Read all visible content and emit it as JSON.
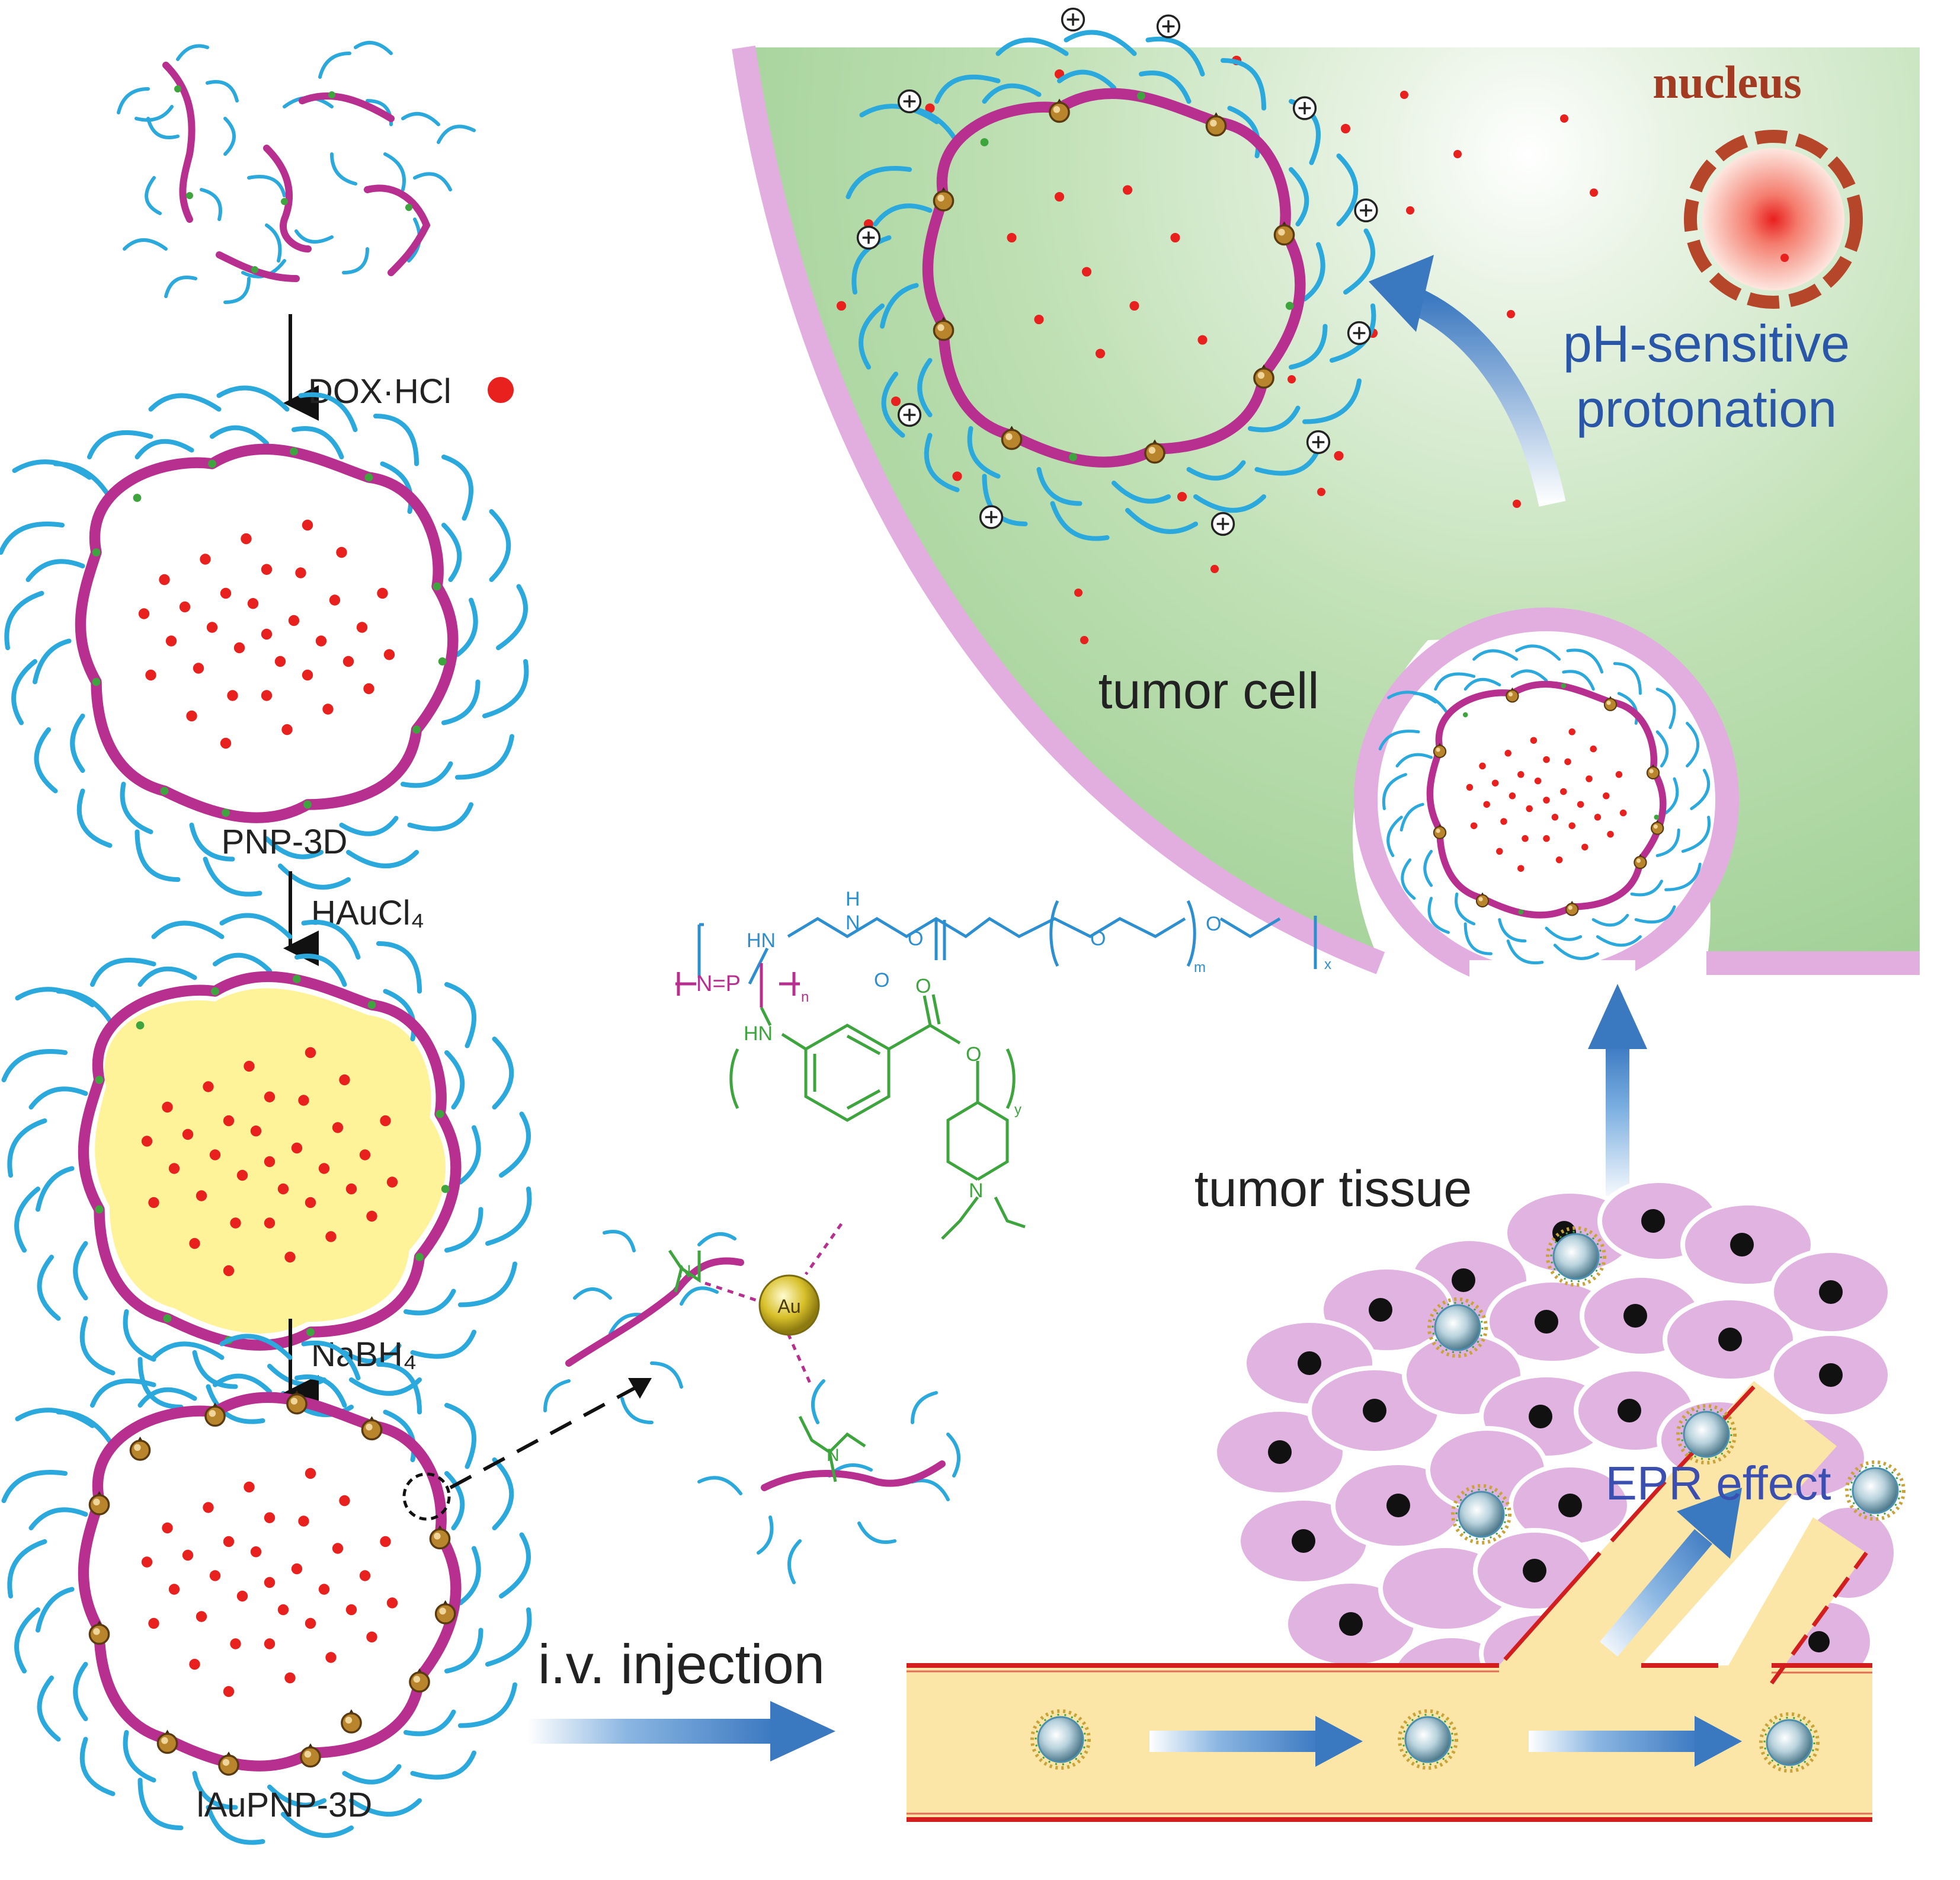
{
  "steps": {
    "dox": "DOX·HCl",
    "pnp3d": "PNP-3D",
    "haucl4": "HAuCl₄",
    "nabh4": "NaBH₄",
    "laupnp3d": "lAuPNP-3D"
  },
  "labels": {
    "nucleus": "nucleus",
    "ph_line1": "pH-sensitive",
    "ph_line2": "protonation",
    "tumor_cell": "tumor cell",
    "tumor_tissue": "tumor tissue",
    "epr": "EPR effect",
    "iv": "i.v. injection"
  },
  "structure": {
    "hn_top": "HN",
    "h_top": "H",
    "n_top": "N",
    "o_carbonyl": "O",
    "o_ester": "O",
    "o_ether": "O",
    "o_methoxy": "O",
    "sub_m": "m",
    "bracket_x": "x",
    "backbone": "N=P",
    "sub_n": "n",
    "hn_low": "HN",
    "o_carbonyl2": "O",
    "o_ester2": "O",
    "n_ring": "N",
    "bracket_y": "y",
    "au": "Au",
    "n_left": "N",
    "n_bottom": "N"
  },
  "colors": {
    "chain": "#2ba8dc",
    "backbone": "#b8308f",
    "drug": "#e8201e",
    "gold_core": "#fff39a",
    "cell": "#a7d39b",
    "membrane": "#e2aee0",
    "vessel": "#fbe6a8",
    "arrow": "#3a78c0",
    "green_text": "#3ea53e",
    "blue_text": "#2e8fd0",
    "magenta_text": "#b8308f"
  }
}
